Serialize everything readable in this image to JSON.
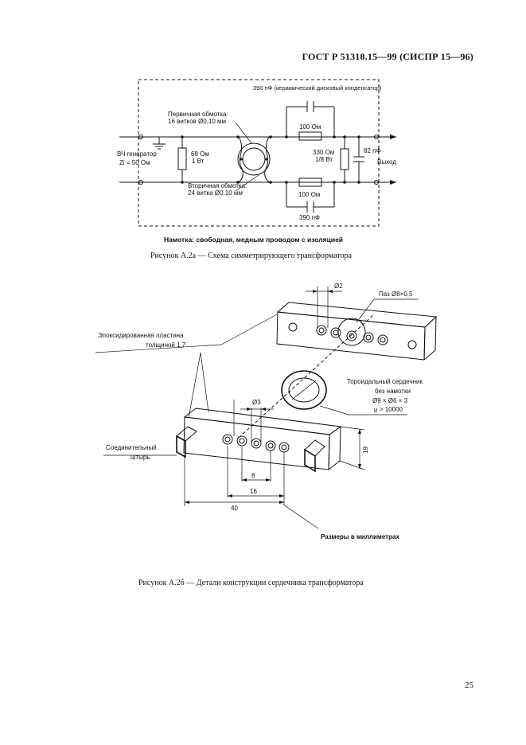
{
  "header": {
    "standard": "ГОСТ Р 51318.15—99 (СИСПР 15—96)"
  },
  "figure_a": {
    "cap_top": "390 пФ (керамический дисковый конденсатор)",
    "primary_winding": "Первичная обмотка:",
    "primary_turns": "16 витков Ø0,10 мм",
    "r_top": "100 Ом",
    "generator": "ВЧ генератор",
    "zi": "Zi = 50 Ом",
    "r68": "68 Ом",
    "r68_power": "1 Вт",
    "r330": "330 Ом",
    "r330_power": "1/8 Вт",
    "c82": "82 пФ",
    "output": "Выход",
    "secondary_winding": "Вторичная обмотка:",
    "secondary_turns": "24 витка Ø0,10 мм",
    "r_bottom": "100 Ом",
    "cap_bottom": "390 пФ",
    "winding_note": "Намотка: свободная, медным проводом с изоляцией",
    "caption": "Рисунок А.2а — Схема симметрирующего трансформатора"
  },
  "figure_b": {
    "d2": "Ø2",
    "groove": "Паз Ø8×0,5",
    "plate_1": "Эпоксидированная пластина",
    "plate_2": "толщиной 1,7",
    "core_1": "Тороидальный сердечник",
    "core_2": "без намотки",
    "core_3": "Ø9 × Ø6 × 3",
    "mu": "μ > 10000",
    "d3": "Ø3",
    "pin_1": "Соединительный",
    "pin_2": "штырь",
    "dim_19": "19",
    "dim_8": "8",
    "dim_16": "16",
    "dim_40": "40",
    "units": "Размеры в миллиметрах",
    "caption": "Рисунок А.2б — Детали конструкции сердечника трансформатора"
  },
  "page_number": "25"
}
